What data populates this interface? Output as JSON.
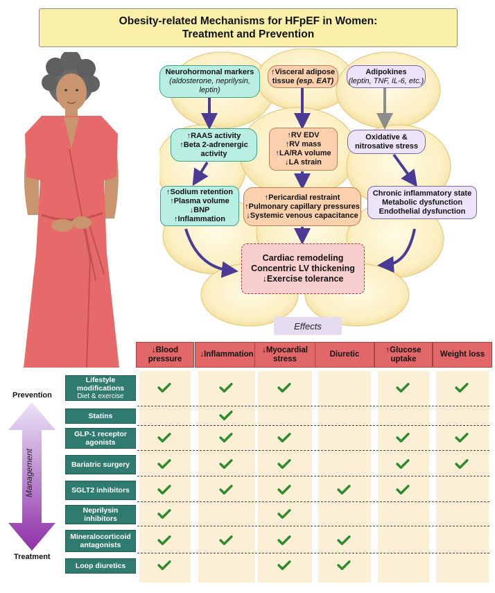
{
  "title": {
    "line1": "Obesity-related Mechanisms for HFpEF in Women:",
    "line2": "Treatment and Prevention"
  },
  "mechanisms": {
    "neurohormonal": {
      "title": "Neurohormonal markers",
      "detail": "(aldosterone, neprilysin, leptin)"
    },
    "visceral": {
      "line1": "Visceral adipose",
      "line2": "tissue",
      "detail": "(esp. EAT)"
    },
    "adipokines": {
      "title": "Adipokines",
      "detail": "(leptin, TNF, IL-6, etc.)"
    },
    "raas": {
      "line1": "RAAS activity",
      "line2": "Beta 2-adrenergic activity"
    },
    "rv": {
      "line1": "RV EDV",
      "line2": "RV mass",
      "line3": "LA/RA volume",
      "line4": "LA strain"
    },
    "oxidative": {
      "line1": "Oxidative &",
      "line2": "nitrosative stress"
    },
    "sodium": {
      "line1": "Sodium retention",
      "line2": "Plasma volume",
      "line3": "BNP",
      "line4": "Inflammation"
    },
    "pericardial": {
      "line1": "Pericardial restraint",
      "line2": "Pulmonary capillary pressures",
      "line3": "Systemic venous capacitance"
    },
    "chronic": {
      "line1": "Chronic inflammatory state",
      "line2": "Metabolic dysfunction",
      "line3": "Endothelial dysfunction"
    },
    "cardiac": {
      "line1": "Cardiac remodeling",
      "line2": "Concentric LV thickening",
      "line3": "Exercise tolerance"
    }
  },
  "effects_label": "Effects",
  "columns": [
    "Blood pressure",
    "Inflammation",
    "Myocardial stress",
    "Diuretic",
    "Glucose uptake",
    "Weight loss"
  ],
  "column_arrows": [
    "down",
    "down",
    "down",
    "",
    "up",
    ""
  ],
  "rows": [
    {
      "label": "Lifestyle modifications",
      "sub": "Diet & exercise",
      "checks": [
        true,
        true,
        true,
        false,
        true,
        true
      ]
    },
    {
      "label": "Statins",
      "sub": "",
      "checks": [
        false,
        true,
        false,
        false,
        false,
        false
      ]
    },
    {
      "label": "GLP-1 receptor agonists",
      "sub": "",
      "checks": [
        true,
        true,
        true,
        false,
        true,
        true
      ]
    },
    {
      "label": "Bariatric surgery",
      "sub": "",
      "checks": [
        true,
        true,
        true,
        false,
        true,
        true
      ]
    },
    {
      "label": "SGLT2 inhibitors",
      "sub": "",
      "checks": [
        true,
        true,
        true,
        true,
        true,
        false
      ]
    },
    {
      "label": "Neprilysin inhibitors",
      "sub": "",
      "checks": [
        true,
        false,
        true,
        false,
        false,
        false
      ]
    },
    {
      "label": "Mineralocorticoid antagonists",
      "sub": "",
      "checks": [
        true,
        true,
        true,
        true,
        false,
        false
      ]
    },
    {
      "label": "Loop diuretics",
      "sub": "",
      "checks": [
        true,
        false,
        true,
        true,
        false,
        false
      ]
    }
  ],
  "side": {
    "prevention": "Prevention",
    "management": "Management",
    "treatment": "Treatment"
  },
  "colors": {
    "check": "#2e8b2e",
    "header": "#e26769",
    "row_label": "#2f7b6f",
    "arrow": "#4b3b97"
  }
}
